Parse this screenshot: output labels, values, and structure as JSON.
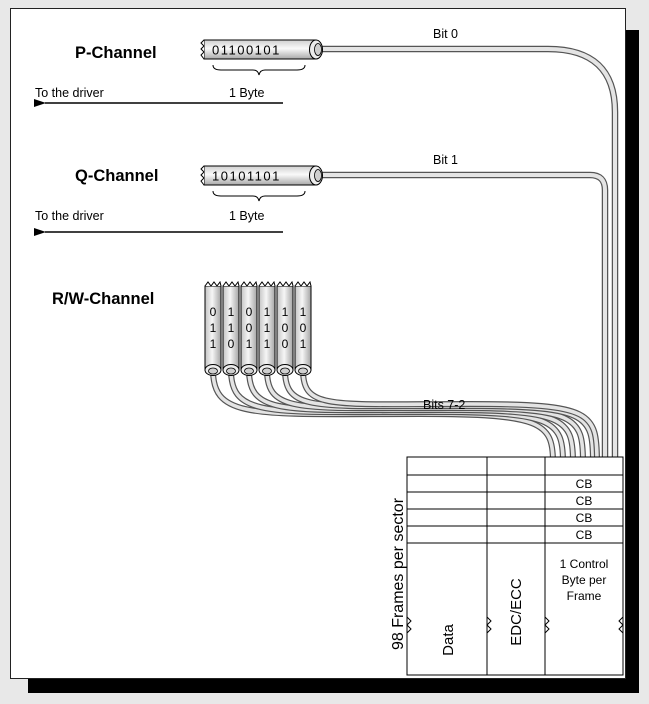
{
  "diagram": {
    "p_channel": {
      "title": "P-Channel",
      "bits": "01100101",
      "bit_label": "Bit 0",
      "direction_label": "To the driver",
      "size_label": "1 Byte"
    },
    "q_channel": {
      "title": "Q-Channel",
      "bits": "10101101",
      "bit_label": "Bit 1",
      "direction_label": "To the driver",
      "size_label": "1 Byte"
    },
    "rw_channel": {
      "title": "R/W-Channel",
      "bit_label": "Bits 7-2",
      "columns": [
        [
          "0",
          "1",
          "1"
        ],
        [
          "1",
          "1",
          "0"
        ],
        [
          "0",
          "0",
          "1"
        ],
        [
          "1",
          "1",
          "1"
        ],
        [
          "1",
          "0",
          "0"
        ],
        [
          "1",
          "0",
          "1"
        ]
      ]
    },
    "sector": {
      "side_label": "98 Frames per sector",
      "control_bytes": [
        "CB",
        "CB",
        "CB",
        "CB"
      ],
      "data_label": "Data",
      "edc_label": "EDC/ECC",
      "control_note_lines": [
        "1 Control",
        "Byte per",
        "Frame"
      ]
    }
  }
}
